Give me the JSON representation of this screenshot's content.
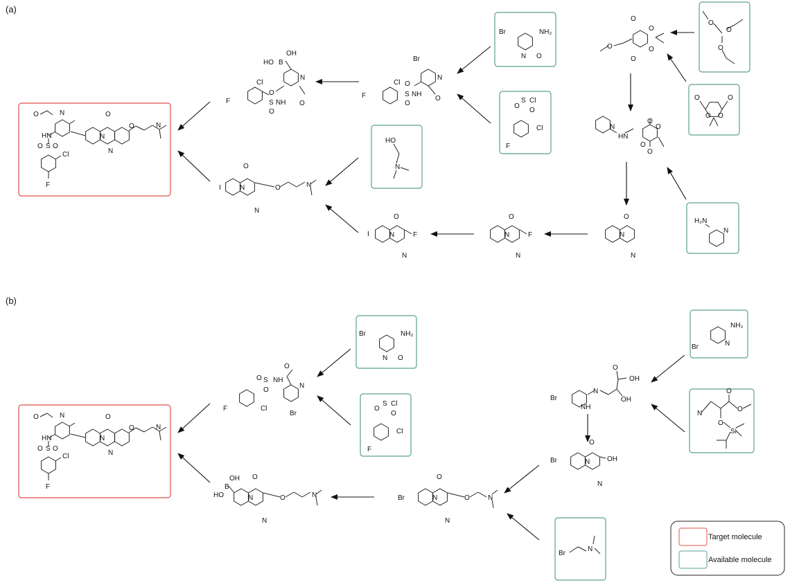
{
  "panels": {
    "a": "(a)",
    "b": "(b)"
  },
  "legend": {
    "target": "Target molecule",
    "available": "Available molecule"
  },
  "colors": {
    "target": "#e0504a",
    "available": "#5ba08f",
    "ink": "#111111"
  },
  "atoms": {
    "br": "Br",
    "nh2": "NH₂",
    "n": "N",
    "o": "O",
    "oh": "OH",
    "ho": "HO",
    "hob": "HO–B",
    "b": "B",
    "nh": "NH",
    "hn": "HN",
    "cl": "Cl",
    "f": "F",
    "s": "S",
    "i": "I",
    "si": "Si",
    "h2n": "H₂N"
  }
}
